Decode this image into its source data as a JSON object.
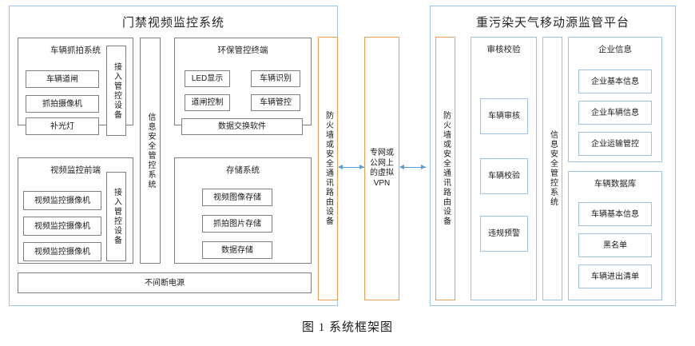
{
  "caption": "图 1 系统框架图",
  "colors": {
    "panel_border": "#9dc3e6",
    "gray_border": "#808080",
    "blue_border": "#9dc3e6",
    "orange_border": "#ed9f56",
    "arrow": "#5b9bd5",
    "background": "#ffffff"
  },
  "left_panel": {
    "title": "门禁视频监控系统",
    "capture_system": {
      "title": "车辆抓拍系统",
      "items": [
        "车辆道闸",
        "抓拍摄像机",
        "补光灯"
      ]
    },
    "access_device_top": "接入管控设备",
    "video_frontend": {
      "title": "视频监控前端",
      "items": [
        "视频监控摄像机",
        "视频监控摄像机",
        "视频监控摄像机"
      ]
    },
    "access_device_bottom": "接入管控设备",
    "info_security_column": "信息安全管控系统",
    "env_terminal": {
      "title": "环保管控终端",
      "grid_items": [
        "LED显示",
        "车辆识别",
        "道闸控制",
        "车辆管控"
      ],
      "wide_item": "数据交换软件"
    },
    "storage_system": {
      "title": "存储系统",
      "items": [
        "视频图像存储",
        "抓拍图片存储",
        "数据存储"
      ]
    },
    "ups": "不间断电源",
    "firewall": "防火墙或安全通讯路由设备"
  },
  "center": {
    "vpn_lines": [
      "专网或",
      "公网上",
      "的虚拟",
      "VPN"
    ],
    "arrow_left": "bidirectional-arrow",
    "arrow_right": "bidirectional-arrow"
  },
  "right_panel": {
    "title": "重污染天气移动源监管平台",
    "firewall": "防火墙或安全通讯路由设备",
    "audit_verify": {
      "title": "审核校验",
      "items": [
        "车辆审核",
        "车辆校验",
        "违规预警"
      ]
    },
    "info_security_column": "信息安全管控系统",
    "enterprise_info": {
      "title": "企业信息",
      "items": [
        "企业基本信息",
        "企业车辆信息",
        "企业运输管控"
      ]
    },
    "vehicle_database": {
      "title": "车辆数据库",
      "items": [
        "车辆基本信息",
        "黑名单",
        "车辆进出清单"
      ]
    }
  }
}
